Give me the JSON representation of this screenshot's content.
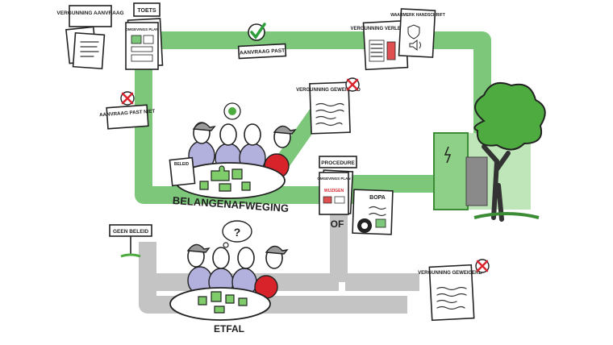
{
  "labels": {
    "aanvraag_doc": "VERGUNNING AANVRAAG",
    "toets": "TOETS",
    "toets_card_title": "OMGEVINGS PLAN",
    "aanvraag_past": "AANVRAAG PAST",
    "aanvraag_past_niet": "AANVRAAG PAST NIET",
    "verleend": "VERGUNNING VERLEEND",
    "waarmerk": "WAARMERK HANDSCHRIFT",
    "geweigerd_top": "VERGUNNING GEWEIGERD",
    "beleid_board": "BELEID",
    "belangenafweging": "BELANGENAFWEGING",
    "procedure": "PROCEDURE",
    "procedure_card_title": "OMGEVINGS PLAN",
    "procedure_card_word": "WIJZIGEN",
    "bopa": "BOPA",
    "of": "OF",
    "geen_beleid": "GEEN BELEID",
    "question": "?",
    "etfal": "ETFAL",
    "geweigerd_bottom": "VERGUNNING GEWEIGERD"
  },
  "colors": {
    "green_path": "#7dc77a",
    "grey_path": "#c4c4c4",
    "check_green": "#2e9e3a",
    "red_x": "#d9262f",
    "person_purple": "#b2b0dc",
    "person_red": "#d8232a",
    "tree_green": "#4dab3f"
  },
  "icons": [
    "checkmark-icon",
    "red-x-icon",
    "tree-icon",
    "door-icon",
    "question-bubble-icon",
    "puzzle-icon",
    "seal-icon",
    "speaker-icon",
    "shield-icon"
  ]
}
